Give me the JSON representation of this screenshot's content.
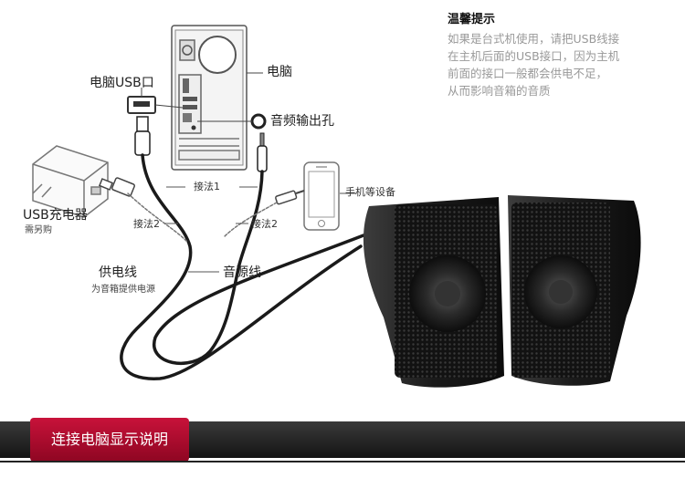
{
  "tip": {
    "title": "温馨提示",
    "lines": [
      "如果是台式机使用，请把USB线接",
      "在主机后面的USB接口，因为主机",
      "前面的接口一般都会供电不足，",
      "从而影响音箱的音质"
    ]
  },
  "labels": {
    "computer": "电脑",
    "usb_port": "电脑USB口",
    "audio_out": "音频输出孔",
    "method1": "接法1",
    "method2_left": "接法2",
    "method2_right": "接法2",
    "phone": "手机等设备",
    "usb_charger": "USB充电器",
    "usb_charger_note": "需另购",
    "power_cable": "供电线",
    "power_cable_note": "为音箱提供电源",
    "audio_cable": "音源线"
  },
  "banner": {
    "title": "连接电脑显示说明"
  },
  "colors": {
    "banner_red": "#b40d31",
    "banner_dark": "#1e1e1e",
    "tip_text": "#999999"
  }
}
